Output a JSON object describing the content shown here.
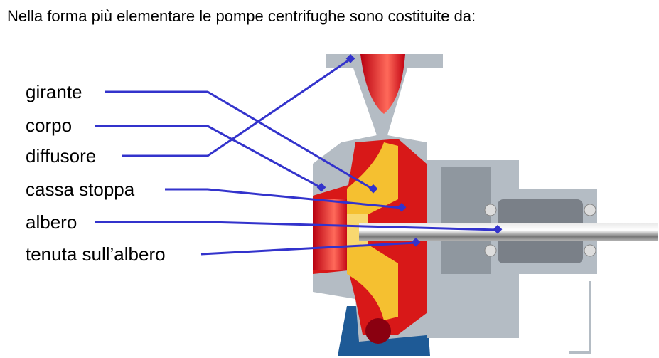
{
  "title": "Nella forma più elementare le pompe centrifughe sono costituite da:",
  "labels": [
    "girante",
    "corpo",
    "diffusore",
    "cassa stoppa",
    "albero",
    "tenuta sull’albero"
  ],
  "colors": {
    "leader": "#3333cc",
    "casing": "#b4bcc4",
    "impeller": "#f5c030",
    "fluid": "#d81818",
    "base": "#1e5a96"
  }
}
